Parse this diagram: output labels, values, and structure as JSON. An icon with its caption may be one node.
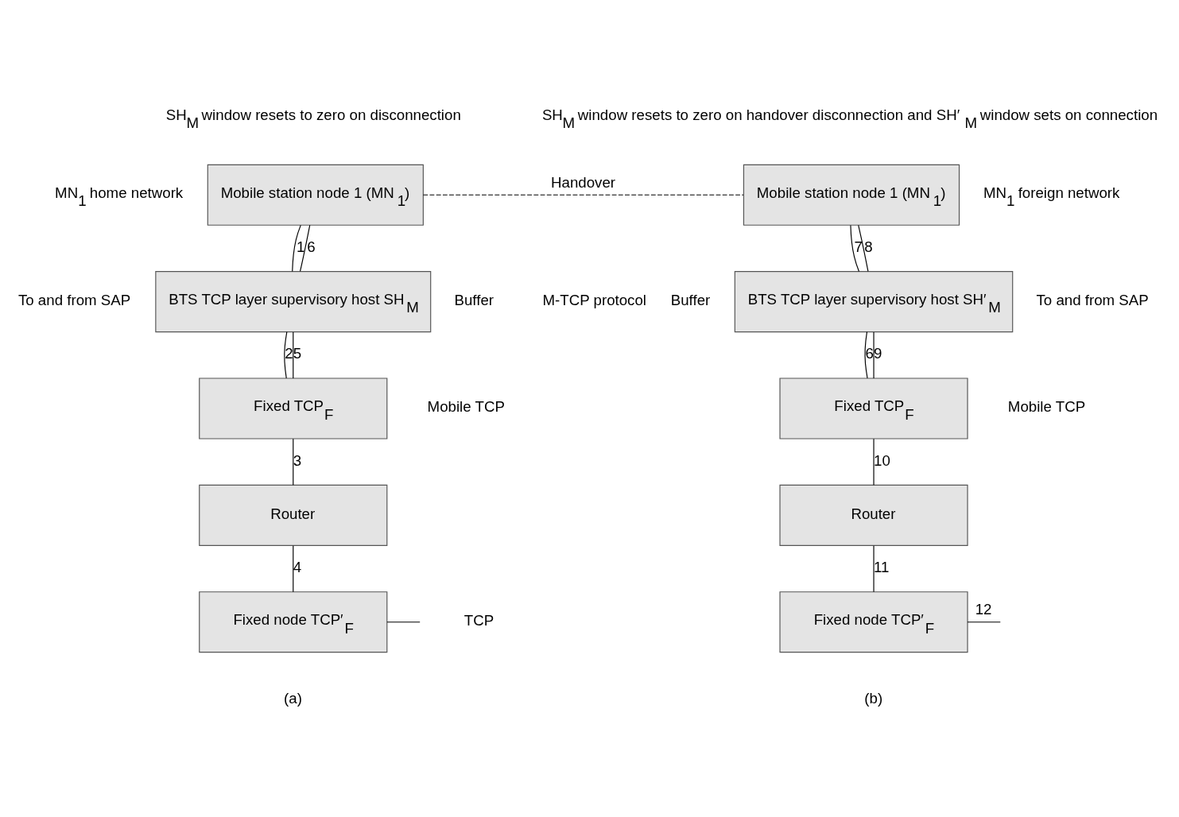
{
  "diagram": {
    "nodes": [
      {
        "text": [
          "Mobile station node 1 (MN$_{1}$)"
        ],
        "beside": [
          "MN$_{1}$ home network"
        ]
      },
      {
        "text": [
          "BTS TCP layer supervisory host SH$_{M}$"
        ],
        "beside": [
          "To and from SAP",
          "Buffer"
        ]
      },
      {
        "text": [
          "Fixed TCP$_{F}$"
        ]
      },
      {
        "text": [
          "Router"
        ]
      },
      {
        "text": [
          "Fixed node TCP′$_{F}$"
        ]
      },
      {
        "text": [
          "Mobile station node 1 (MN$_{1}$)"
        ],
        "beside": [
          "MN$_{1}$ foreign network"
        ]
      },
      {
        "text": [
          "BTS TCP layer supervisory host SH′$_{M}$"
        ],
        "beside": [
          "Buffer",
          "To and from SAP"
        ]
      },
      {
        "text": [
          "Fixed TCP$_{F}$"
        ]
      },
      {
        "text": [
          "Router"
        ]
      },
      {
        "text": [
          "Fixed node TCP′$_{F}$"
        ]
      }
    ],
    "edges": [
      {
        "from": 0,
        "to": 1,
        "arrow": "none",
        "label": "1"
      },
      {
        "from": 0,
        "to": 1,
        "arrow": "none",
        "label": "6"
      },
      {
        "from": 1,
        "to": 2,
        "arrow": "none",
        "label": "2"
      },
      {
        "from": 1,
        "to": 2,
        "arrow": "none",
        "label": "5"
      },
      {
        "from": 2,
        "to": 3,
        "arrow": "none",
        "label": "3"
      },
      {
        "from": 3,
        "to": 4,
        "arrow": "none",
        "label": "4"
      },
      {
        "from": 4,
        "to": null,
        "arrow": "none"
      },
      {
        "from": 0,
        "to": 5,
        "arrow": "none",
        "label": "Handover",
        "style": "dashed"
      },
      {
        "from": 5,
        "to": 6,
        "arrow": "none",
        "label": "7"
      },
      {
        "from": 5,
        "to": 6,
        "arrow": "none",
        "label": "8"
      },
      {
        "from": 6,
        "to": 7,
        "arrow": "none",
        "label": "6"
      },
      {
        "from": 6,
        "to": 7,
        "arrow": "none",
        "label": "9"
      },
      {
        "from": 7,
        "to": 8,
        "arrow": "none",
        "label": "10"
      },
      {
        "from": 8,
        "to": 9,
        "arrow": "none",
        "label": "11"
      },
      {
        "from": 9,
        "to": null,
        "arrow": "none",
        "label": "12"
      }
    ],
    "labels": [
      "SH$_{M}$ window resets to zero on disconnection",
      "SH$_{M}$ window resets to zero on handover disconnection and SH′$_{M}$ window sets on connection",
      "M-TCP protocol",
      "Mobile TCP",
      "Mobile TCP",
      "TCP",
      "(a)",
      "(b)"
    ]
  }
}
